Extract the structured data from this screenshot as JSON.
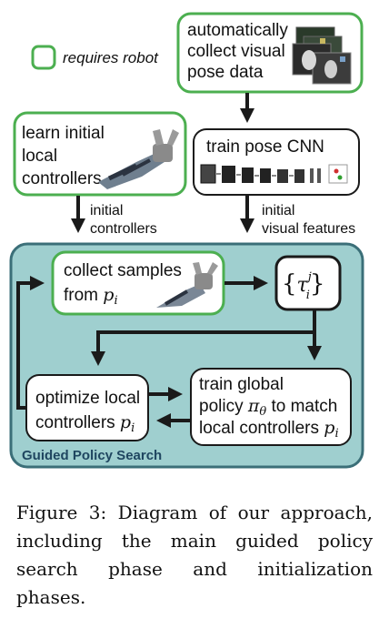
{
  "legend": {
    "label": "requires robot"
  },
  "nodes": {
    "collect_visual": {
      "lines": [
        "automatically",
        "collect visual",
        "pose data"
      ]
    },
    "learn_init": {
      "lines": [
        "learn initial",
        "local",
        "controllers"
      ]
    },
    "train_cnn": {
      "label": "train pose CNN"
    },
    "collect_samples": {
      "line1": "collect samples",
      "line2_prefix": "from ",
      "line2_var": "p",
      "line2_sub": "i"
    },
    "samples_set": {
      "open": "{",
      "tau": "τ",
      "sup": "j",
      "sub": "i",
      "close": "}"
    },
    "optimize": {
      "line1": "optimize local",
      "line2_prefix": "controllers ",
      "line2_var": "p",
      "line2_sub": "i"
    },
    "train_global": {
      "line1": "train global",
      "line2_prefix": "policy ",
      "line2_pi": "π",
      "line2_theta": "θ",
      "line2_suffix": " to match",
      "line3_prefix": "local controllers ",
      "line3_var": "p",
      "line3_sub": "i"
    }
  },
  "edge_labels": {
    "initial_controllers": [
      "initial",
      "controllers"
    ],
    "initial_visual_features": [
      "initial",
      "visual features"
    ]
  },
  "region": {
    "label": "Guided Policy Search"
  },
  "caption": {
    "text": "Figure 3: Diagram of our approach, including the main guided policy search phase and initialization phases."
  },
  "colors": {
    "robot_border": "#4caf50",
    "region_fill": "#9fcfcf",
    "region_border": "#3b6f78",
    "region_label": "#1f4660"
  }
}
